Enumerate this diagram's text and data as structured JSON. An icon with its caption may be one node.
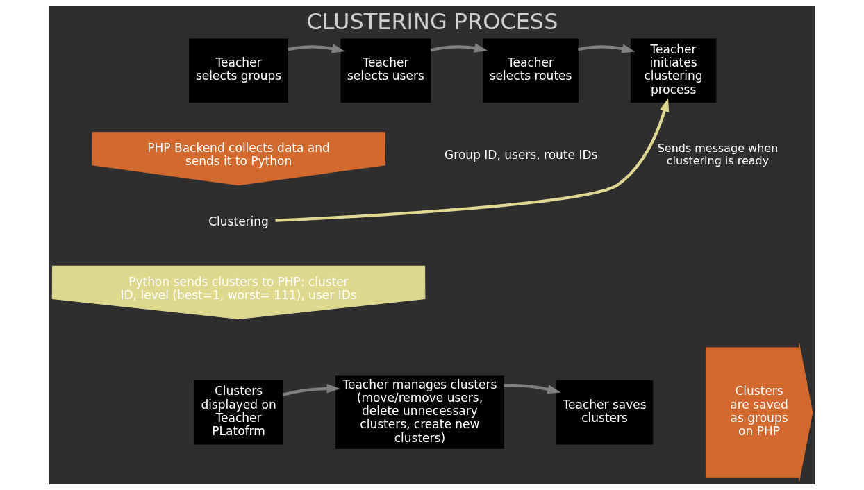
{
  "diagram": {
    "title": "CLUSTERING PROCESS",
    "nodes": [
      {
        "text": [
          "Teacher selects groups"
        ]
      },
      {
        "text": [
          "Teacher selects users"
        ]
      },
      {
        "text": [
          "Teacher selects routes"
        ]
      },
      {
        "text": [
          "Teacher initiates clustering process"
        ]
      },
      {
        "text": [
          "PHP Backend collects data and sends it to Python"
        ]
      },
      {
        "text": [
          "Clustering"
        ]
      },
      {
        "text": [
          "Python sends clusters to PHP: cluster ID, level (best=1, worst= 111), user IDs"
        ]
      },
      {
        "text": [
          "Clusters displayed on Teacher PLatofrm"
        ]
      },
      {
        "text": [
          "Teacher manages clusters (move/remove users, delete unnecessary clusters, create new clusters)"
        ]
      },
      {
        "text": [
          "Teacher saves clusters"
        ]
      },
      {
        "text": [
          "Clusters are saved as groups on PHP"
        ]
      }
    ],
    "edges": [
      {
        "from": 0,
        "to": 1,
        "arrow": "to"
      },
      {
        "from": 1,
        "to": 2,
        "arrow": "to"
      },
      {
        "from": 2,
        "to": 3,
        "arrow": "to"
      },
      {
        "from": 5,
        "to": 3,
        "arrow": "to",
        "label": "Sends message when clustering is ready",
        "color": "#e0d890"
      },
      {
        "from": 7,
        "to": 8,
        "arrow": "to"
      },
      {
        "from": 8,
        "to": 9,
        "arrow": "to"
      }
    ],
    "labels": [
      "Group ID, users, route IDs"
    ]
  }
}
